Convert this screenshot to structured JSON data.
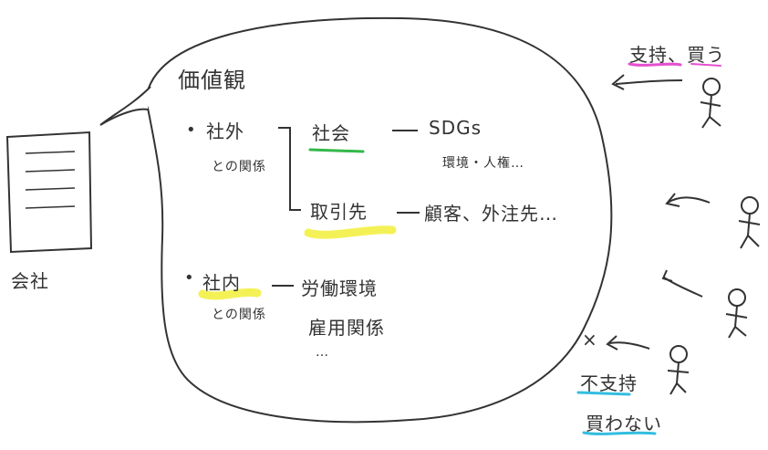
{
  "diagram": {
    "company": {
      "label": "会社"
    },
    "bubble": {
      "title": "価値観",
      "external": {
        "label": "社外",
        "sublabel": "との関係",
        "branches": [
          {
            "label": "社会",
            "detail_1": "SDGs",
            "detail_2": "環境・人権…"
          },
          {
            "label": "取引先",
            "detail_1": "顧客、外注先…"
          }
        ]
      },
      "internal": {
        "label": "社内",
        "sublabel": "との関係",
        "detail_1": "労働環境",
        "detail_2": "雇用関係",
        "ellipsis": "…"
      }
    },
    "people": {
      "support_label": "支持、買う",
      "nonsupport_label_1": "不支持",
      "nonsupport_label_2": "買わない",
      "cross": "×"
    },
    "colors": {
      "ink": "#333333",
      "highlight_green": "#33b84a",
      "highlight_yellow": "#f2ee3a",
      "highlight_pink": "#e64fd0",
      "highlight_cyan": "#33bde0"
    }
  }
}
